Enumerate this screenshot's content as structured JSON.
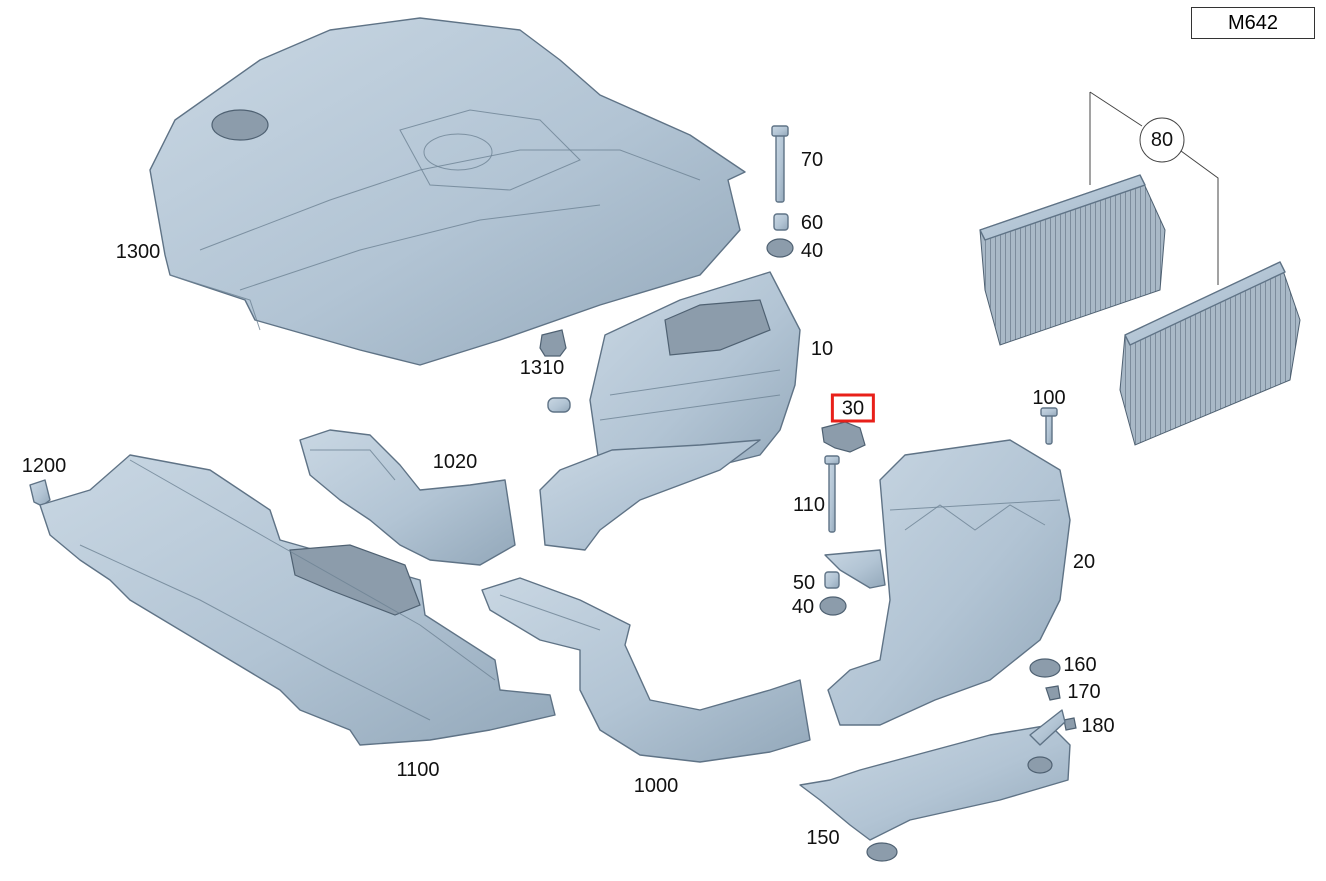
{
  "engine_code": "M642",
  "callouts": {
    "p1300": "1300",
    "p1310": "1310",
    "p70": "70",
    "p60": "60",
    "p40a": "40",
    "p10": "10",
    "p80": "80",
    "p30": "30",
    "p100": "100",
    "p1200": "1200",
    "p1020": "1020",
    "p110": "110",
    "p20": "20",
    "p50": "50",
    "p40b": "40",
    "p160": "160",
    "p170": "170",
    "p180": "180",
    "p1100": "1100",
    "p1000": "1000",
    "p150": "150"
  },
  "highlighted_callout": "30",
  "colors": {
    "part_fill": "#b4c6d6",
    "part_stroke": "#5f7386",
    "highlight": "#e8201a"
  }
}
